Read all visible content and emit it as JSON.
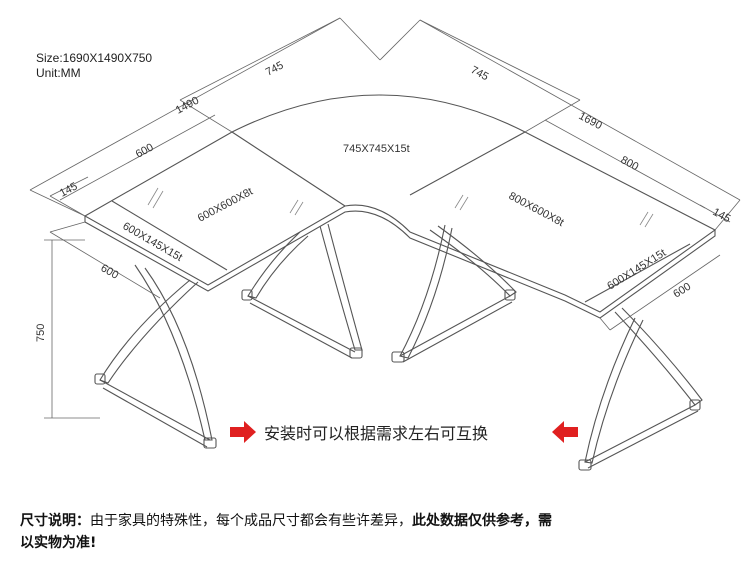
{
  "spec": {
    "size": "Size:1690X1490X750",
    "unit": "Unit:MM"
  },
  "dimensions": {
    "d745_left": "745",
    "d745_right": "745",
    "d1490": "1490",
    "d1690": "1690",
    "d600_top": "600",
    "d800_top": "800",
    "d145_left": "145",
    "d145_right": "145",
    "d600_side_left": "600",
    "d600_side_right": "600",
    "d750": "750"
  },
  "panels": {
    "corner": "745X745X15t",
    "left_main": "600X600X8t",
    "right_main": "800X600X8t",
    "left_shelf": "600X145X15t",
    "right_shelf": "600X145X15t"
  },
  "banner": "安装时可以根据需求左右可互换",
  "note": {
    "label": "尺寸说明：",
    "text1": "由于家具的特殊性，每个成品尺寸都会有些许差异，",
    "emph1": "此处数据仅供参考，需",
    "emph2": "以实物为准!"
  },
  "colors": {
    "line": "#555555",
    "arrow": "#e02020"
  }
}
